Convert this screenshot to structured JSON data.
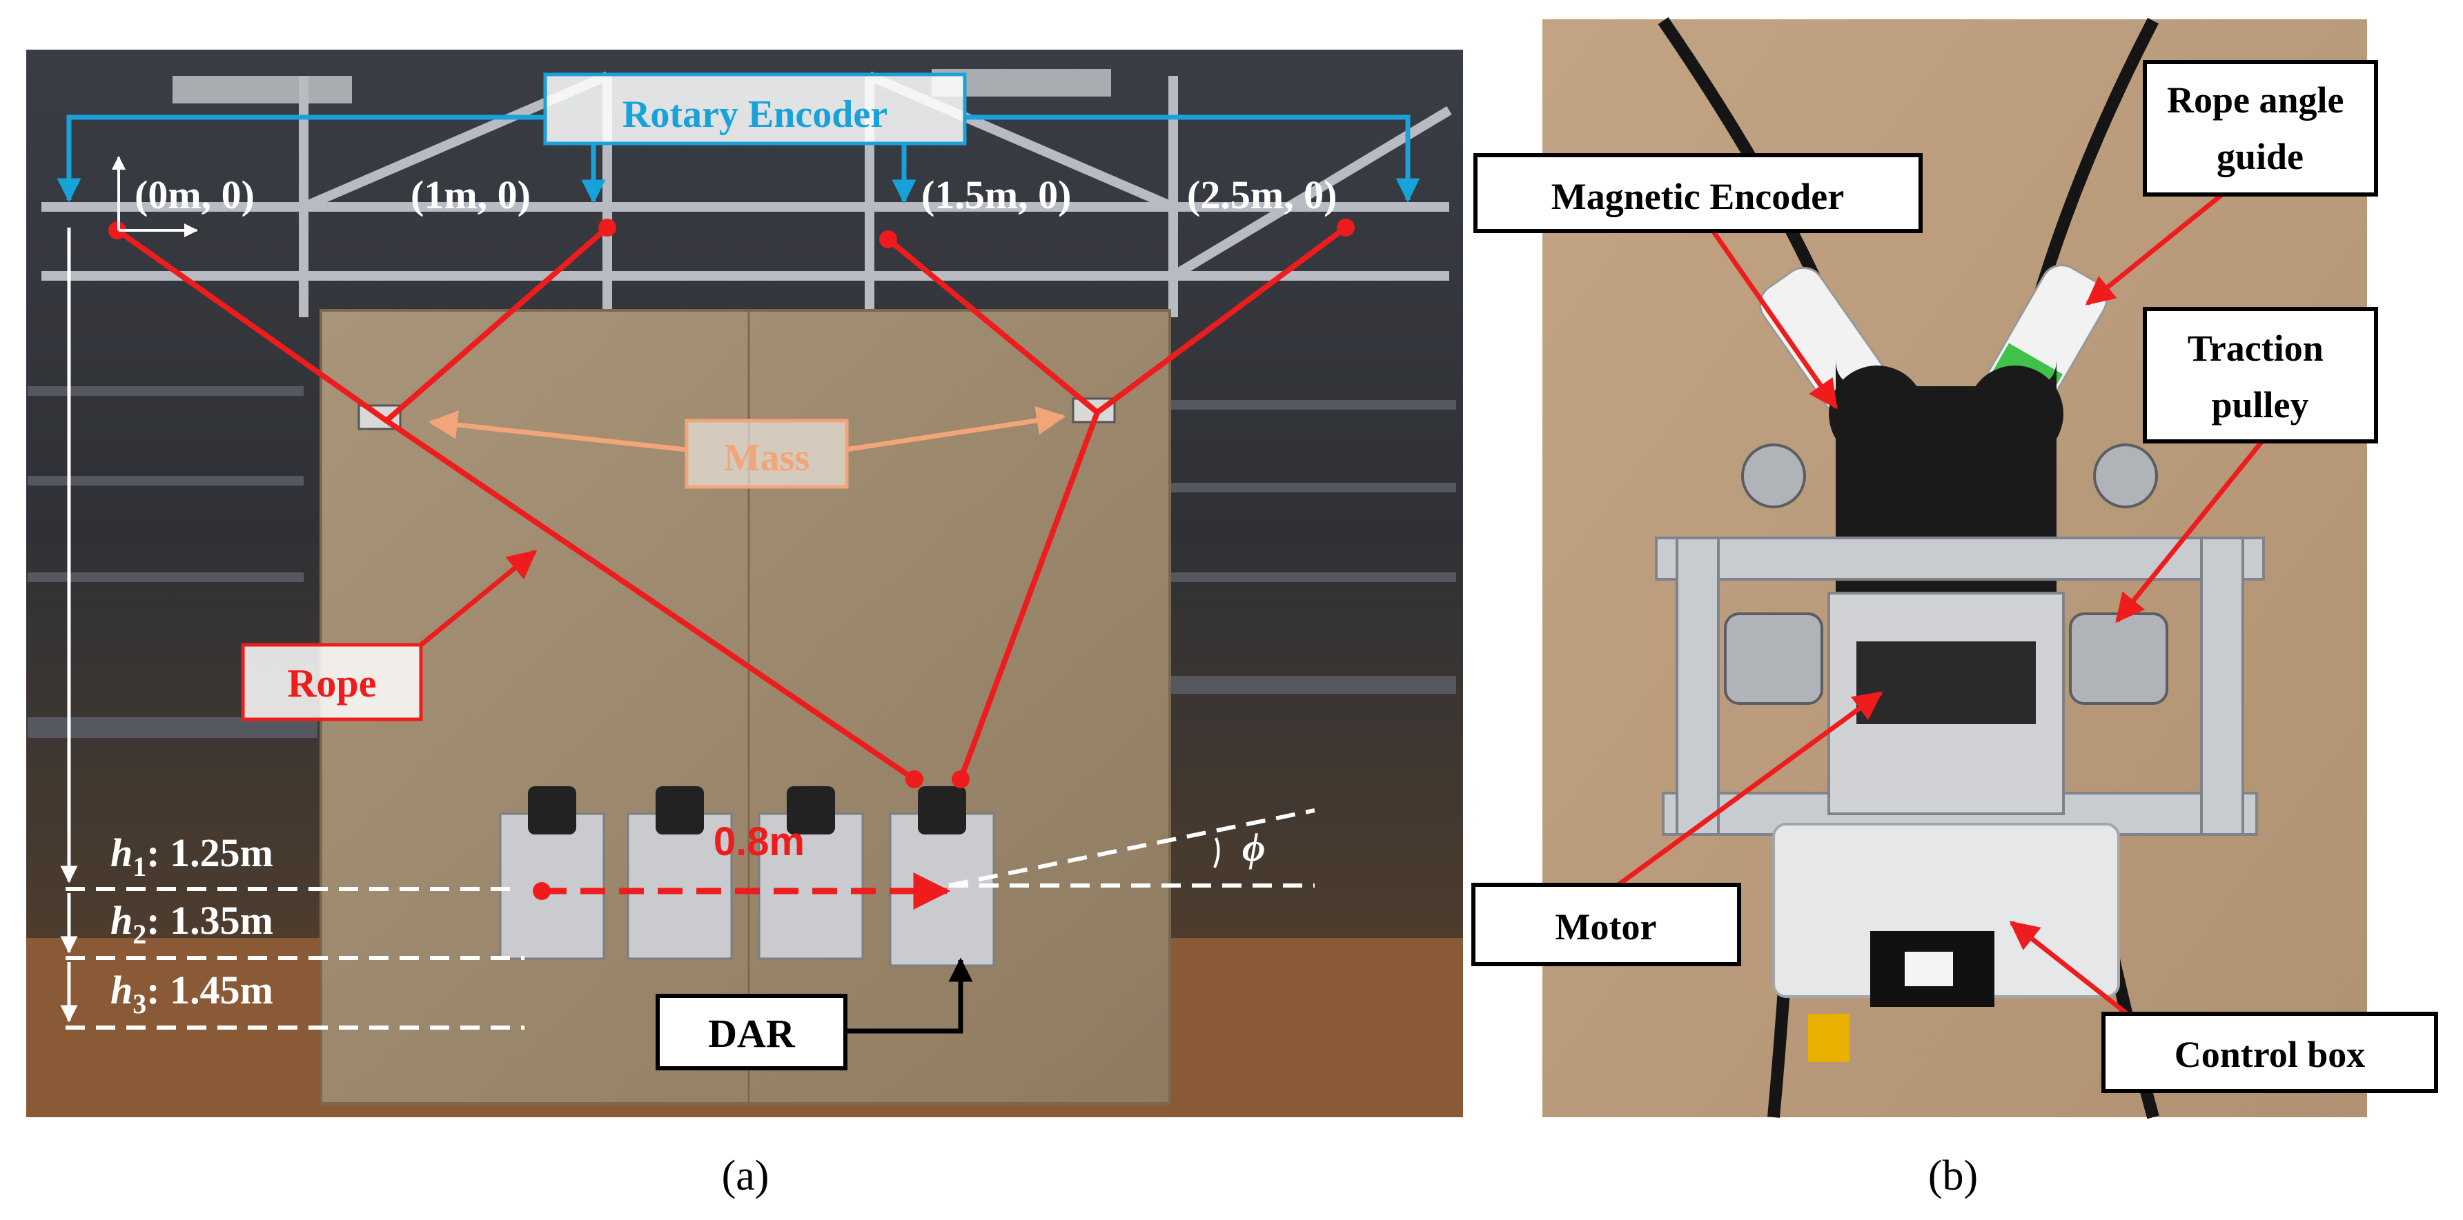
{
  "panel_a": {
    "rotary_encoder_label": "Rotary Encoder",
    "coords": [
      "(0m, 0)",
      "(1m, 0)",
      "(1.5m, 0)",
      "(2.5m, 0)"
    ],
    "mass_label": "Mass",
    "rope_label": "Rope",
    "distance_label": "0.8m",
    "phi_label": "ϕ",
    "heights": [
      {
        "sym": "h",
        "sub": "1",
        "value": ": 1.25m"
      },
      {
        "sym": "h",
        "sub": "2",
        "value": ": 1.35m"
      },
      {
        "sym": "h",
        "sub": "3",
        "value": ": 1.45m"
      }
    ],
    "dar_label": "DAR",
    "caption": "(a)"
  },
  "panel_b": {
    "magnetic_encoder_label": "Magnetic Encoder",
    "rope_angle_guide_label": [
      "Rope angle",
      "guide"
    ],
    "traction_pulley_label": [
      "Traction",
      "pulley"
    ],
    "motor_label": "Motor",
    "control_box_label": "Control box",
    "caption": "(b)"
  },
  "colors": {
    "rope_red": "#ee1c1c",
    "encoder_blue": "#17a3d9",
    "mass_orange": "#f3a57a"
  }
}
